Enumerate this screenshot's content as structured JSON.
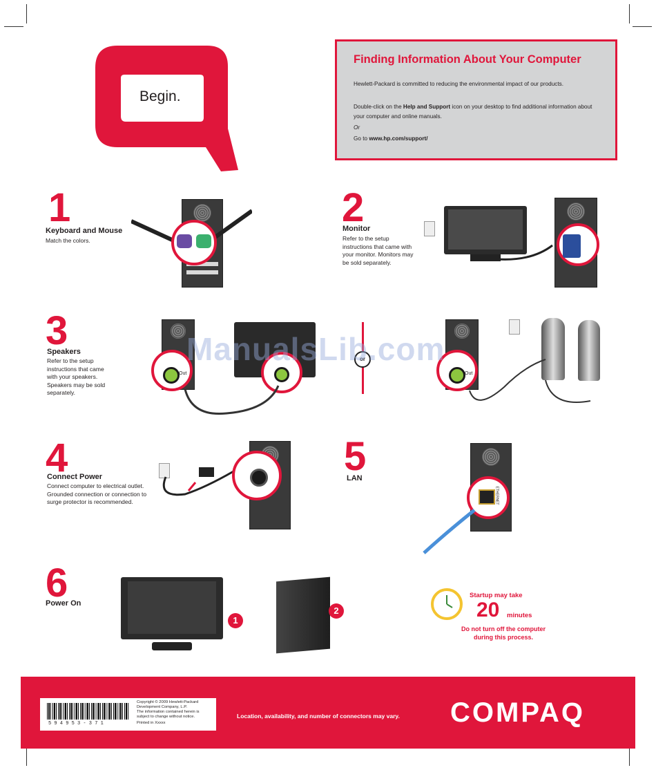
{
  "logo": {
    "begin": "Begin."
  },
  "info_box": {
    "title": "Finding Information About Your Computer",
    "line1": "Hewlett-Packard is committed to reducing the environmental impact of our products.",
    "line2_pre": "Double-click on the ",
    "line2_bold": "Help and Support",
    "line2_post": " icon on your desktop to find additional information about your computer and online manuals.",
    "or": "Or",
    "line3_pre": "Go to ",
    "line3_bold": "www.hp.com/support/"
  },
  "steps": [
    {
      "num": "1",
      "title": "Keyboard and Mouse",
      "desc": "Match the colors."
    },
    {
      "num": "2",
      "title": "Monitor",
      "desc": "Refer to the setup instructions that came with your monitor. Monitors may be sold separately."
    },
    {
      "num": "3",
      "title": "Speakers",
      "desc": "Refer to the setup instructions that came with your speakers. Speakers may be sold separately."
    },
    {
      "num": "4",
      "title": "Connect Power",
      "desc": "Connect computer to electrical outlet. Grounded connection or connection to surge protector is recommended."
    },
    {
      "num": "5",
      "title": "LAN",
      "desc": ""
    },
    {
      "num": "6",
      "title": "Power On",
      "desc": ""
    }
  ],
  "port_labels": {
    "out": "Out",
    "ethernet": "ETHERNET",
    "or_symbol": "or"
  },
  "power_on_badges": {
    "monitor": "1",
    "tower": "2"
  },
  "startup": {
    "line1": "Startup may take",
    "minutes_num": "20",
    "minutes_label": "minutes",
    "line2": "Do not turn off the computer",
    "line3": "during this process."
  },
  "watermark": "ManualsLib.com",
  "footer": {
    "barcode_number": "5 9 4 9 5 3 - 3 7 1",
    "copyright_lines": [
      "Copyright © 2009 Hewlett-Packard",
      "Development Company, L.P.",
      "The information contained herein is",
      "subject to change without notice."
    ],
    "printed": "Printed in Xxxxx",
    "note": "Location, availability, and number of connectors may vary.",
    "brand": "COMPAQ"
  },
  "colors": {
    "brand_red": "#e0163b",
    "info_gray": "#d3d4d5",
    "ps2_purple": "#6a4ca3",
    "ps2_green": "#3bb06e",
    "audio_green": "#8cc63f",
    "vga_blue": "#2b4e9c",
    "lan_blue": "#4a90d9",
    "clock_yellow": "#f4c430"
  }
}
